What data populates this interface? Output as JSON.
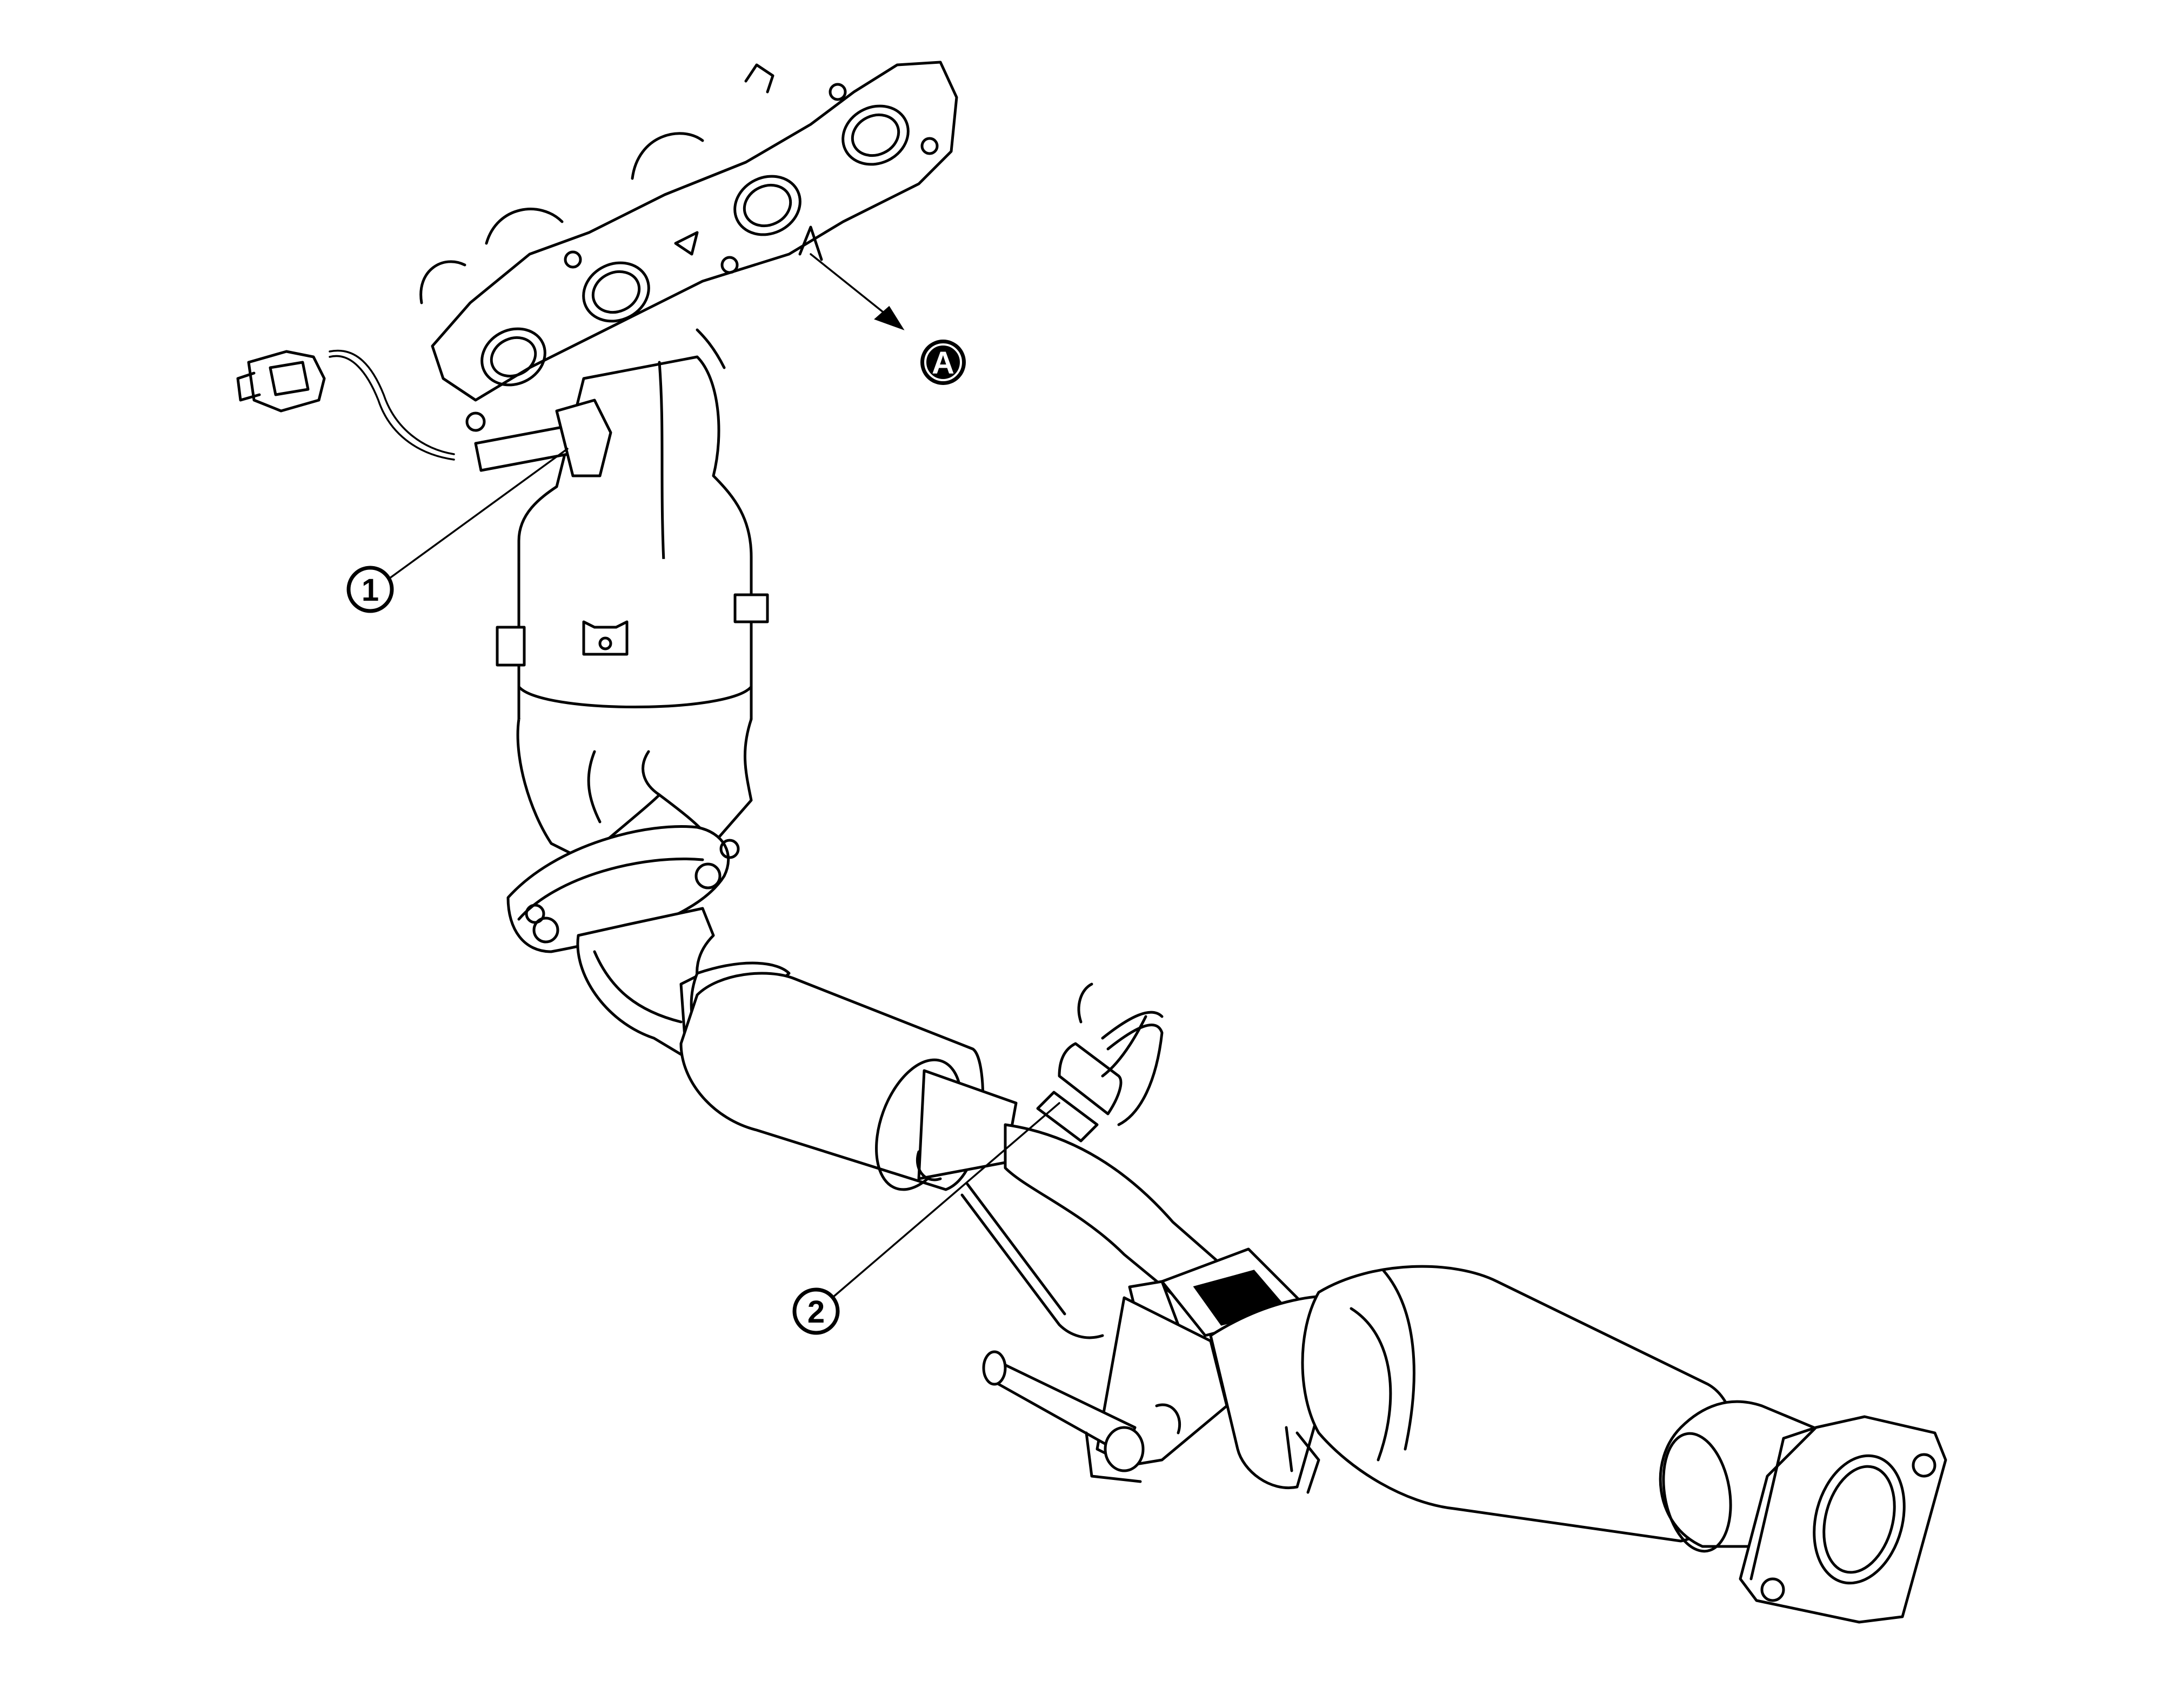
{
  "callouts": {
    "one": {
      "label": "1"
    },
    "two": {
      "label": "2"
    },
    "a": {
      "label": "A"
    }
  },
  "colors": {
    "line": "#000000",
    "background": "#ffffff"
  }
}
